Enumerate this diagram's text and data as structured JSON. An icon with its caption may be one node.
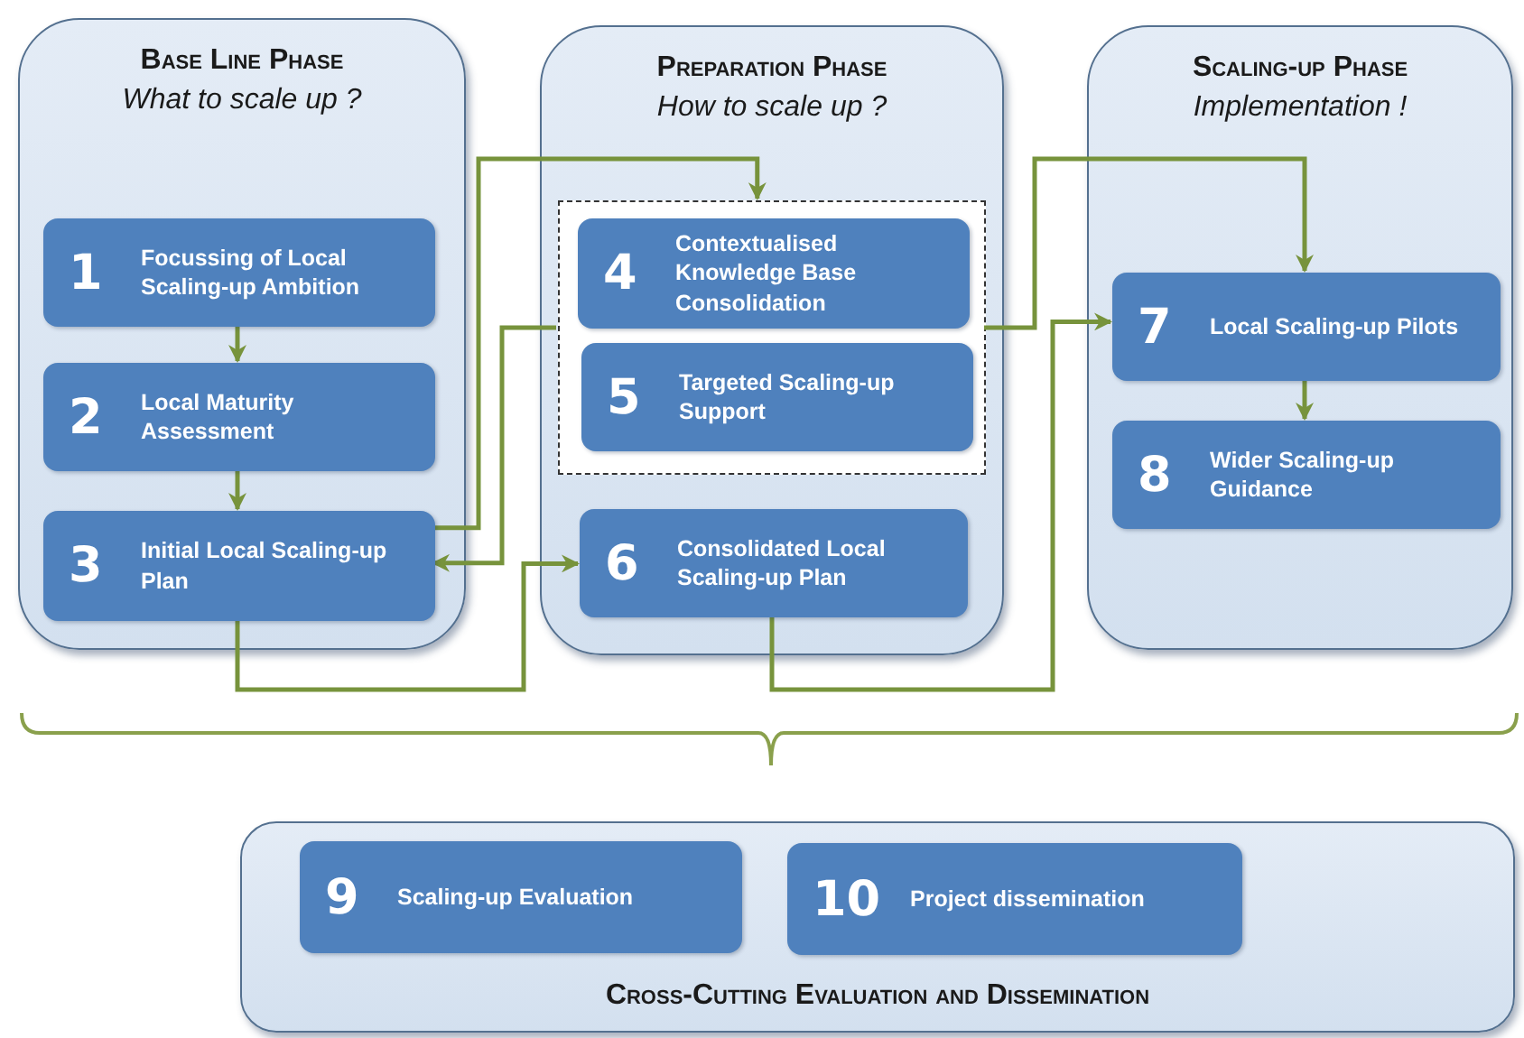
{
  "diagram": {
    "nodes": [
      {
        "text": [
          "Base Line Phase",
          "What to scale up ?"
        ]
      },
      {
        "text": [
          "1",
          "Focussing of Local Scaling-up Ambition"
        ],
        "in": 0
      },
      {
        "text": [
          "2",
          "Local Maturity Assessment"
        ],
        "in": 0
      },
      {
        "text": [
          "3",
          "Initial Local Scaling-up Plan"
        ],
        "in": 0
      },
      {
        "text": [
          "Preparation Phase",
          "How to scale up ?"
        ]
      },
      {
        "text": [],
        "shape": "box",
        "in": 4
      },
      {
        "text": [
          "4",
          "Contextualised Knowledge Base Consolidation"
        ],
        "in": 5
      },
      {
        "text": [
          "5",
          "Targeted Scaling-up Support"
        ],
        "in": 5
      },
      {
        "text": [
          "6",
          "Consolidated Local Scaling-up Plan"
        ],
        "in": 4
      },
      {
        "text": [
          "Scaling-up Phase",
          "Implementation !"
        ]
      },
      {
        "text": [
          "7",
          "Local Scaling-up Pilots"
        ],
        "in": 9
      },
      {
        "text": [
          "8",
          "Wider Scaling-up Guidance"
        ],
        "in": 9
      },
      {
        "text": [
          "Cross-Cutting Evaluation and Dissemination"
        ]
      },
      {
        "text": [
          "9",
          "Scaling-up Evaluation"
        ],
        "in": 12
      },
      {
        "text": [
          "10",
          "Project dissemination"
        ],
        "in": 12
      }
    ],
    "edges": [
      {
        "from": 1,
        "to": 2,
        "arrow": "to"
      },
      {
        "from": 2,
        "to": 3,
        "arrow": "to"
      },
      {
        "from": 3,
        "to": 5,
        "arrow": "to"
      },
      {
        "from": 5,
        "to": 3,
        "arrow": "to"
      },
      {
        "from": 3,
        "to": 8,
        "arrow": "to"
      },
      {
        "from": 5,
        "to": 10,
        "arrow": "to"
      },
      {
        "from": 8,
        "to": 10,
        "arrow": "to"
      },
      {
        "from": 10,
        "to": 11,
        "arrow": "to"
      }
    ]
  }
}
